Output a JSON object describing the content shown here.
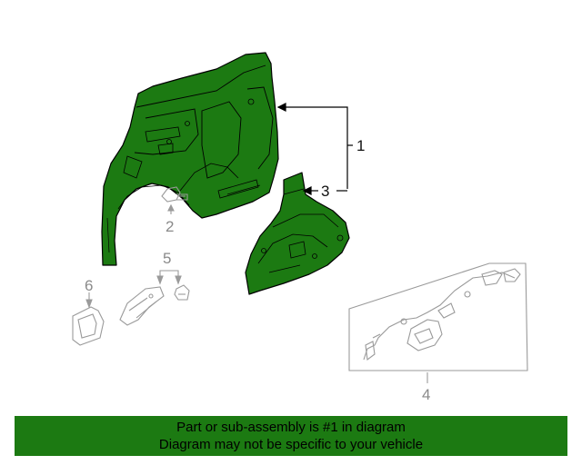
{
  "diagram": {
    "callouts": {
      "part_1": "1",
      "part_2": "2",
      "part_3": "3",
      "part_4": "4",
      "part_5": "5",
      "part_6": "6"
    },
    "highlight_color": "#1c7a12",
    "ghost_color": "#9a9a9a"
  },
  "banner": {
    "line1": "Part or sub-assembly is #1 in diagram",
    "line2": "Diagram may not be specific to your vehicle"
  }
}
